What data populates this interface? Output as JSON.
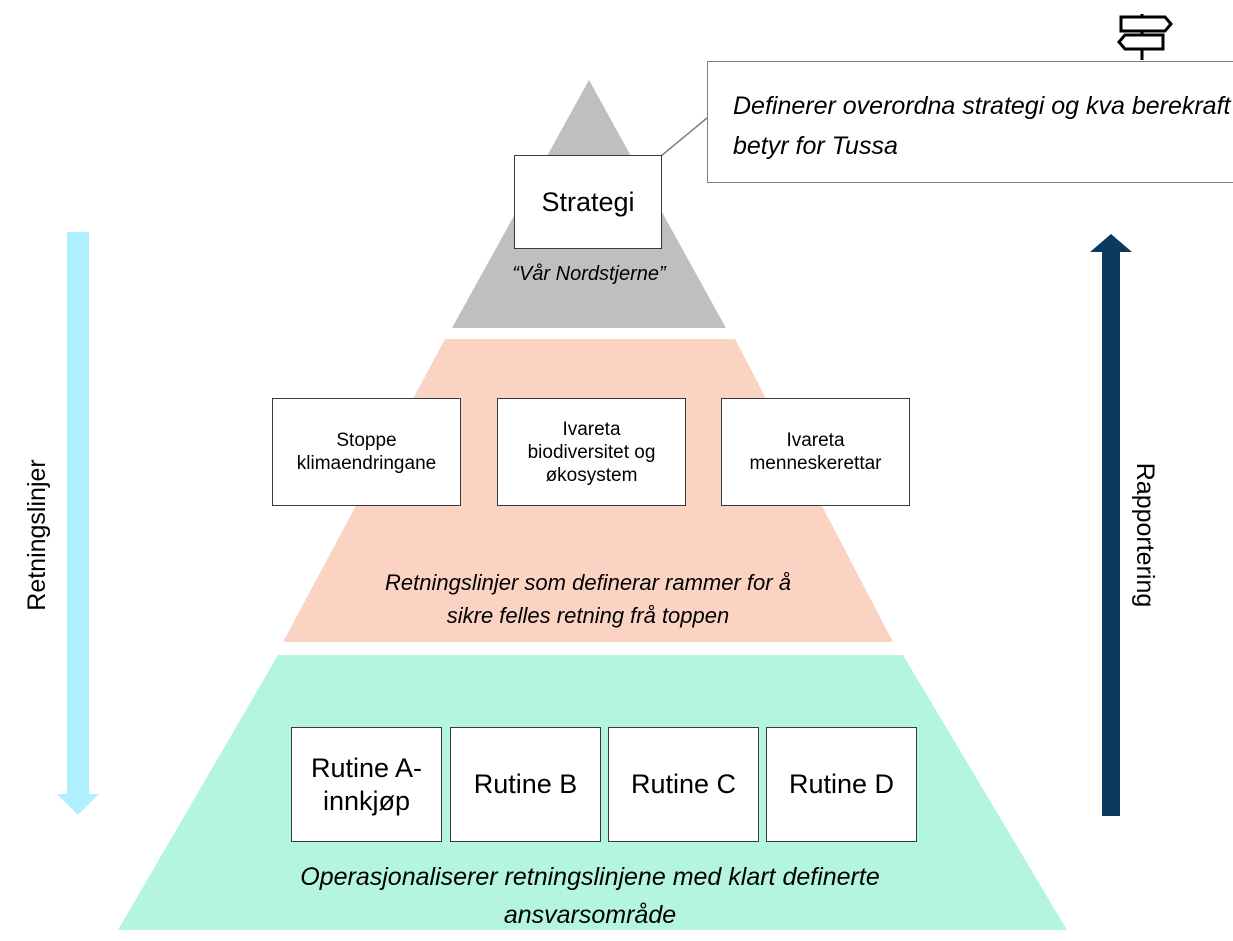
{
  "top": {
    "box_label": "Strategi",
    "caption": "“Vår Nordstjerne”",
    "callout": "Definerer overordna strategi og kva berekraft betyr for Tussa",
    "color": "#bfbfbf"
  },
  "middle": {
    "boxes": [
      {
        "line1": "Stoppe",
        "line2": "klimaendringane",
        "line3": ""
      },
      {
        "line1": "Ivareta",
        "line2": "biodiversitet og",
        "line3": "økosystem"
      },
      {
        "line1": "Ivareta",
        "line2": "menneskerettar",
        "line3": ""
      }
    ],
    "caption_line1": "Retningslinjer som definerar rammer for å",
    "caption_line2": "sikre felles retning frå toppen",
    "color": "#fbd3c3"
  },
  "bottom": {
    "boxes": [
      {
        "line1": "Rutine A-",
        "line2": "innkjøp"
      },
      {
        "line1": "Rutine B",
        "line2": ""
      },
      {
        "line1": "Rutine C",
        "line2": ""
      },
      {
        "line1": "Rutine D",
        "line2": ""
      }
    ],
    "caption_line1": "Operasjonaliserer retningslinjene med klart definerte",
    "caption_line2": "ansvarsområde",
    "color": "#b3f5e1"
  },
  "left_arrow": {
    "label": "Retningslinjer",
    "color": "#aef0ff"
  },
  "right_arrow": {
    "label": "Rapportering",
    "color": "#0b3a5e"
  },
  "icons": [
    "signpost-icon"
  ]
}
